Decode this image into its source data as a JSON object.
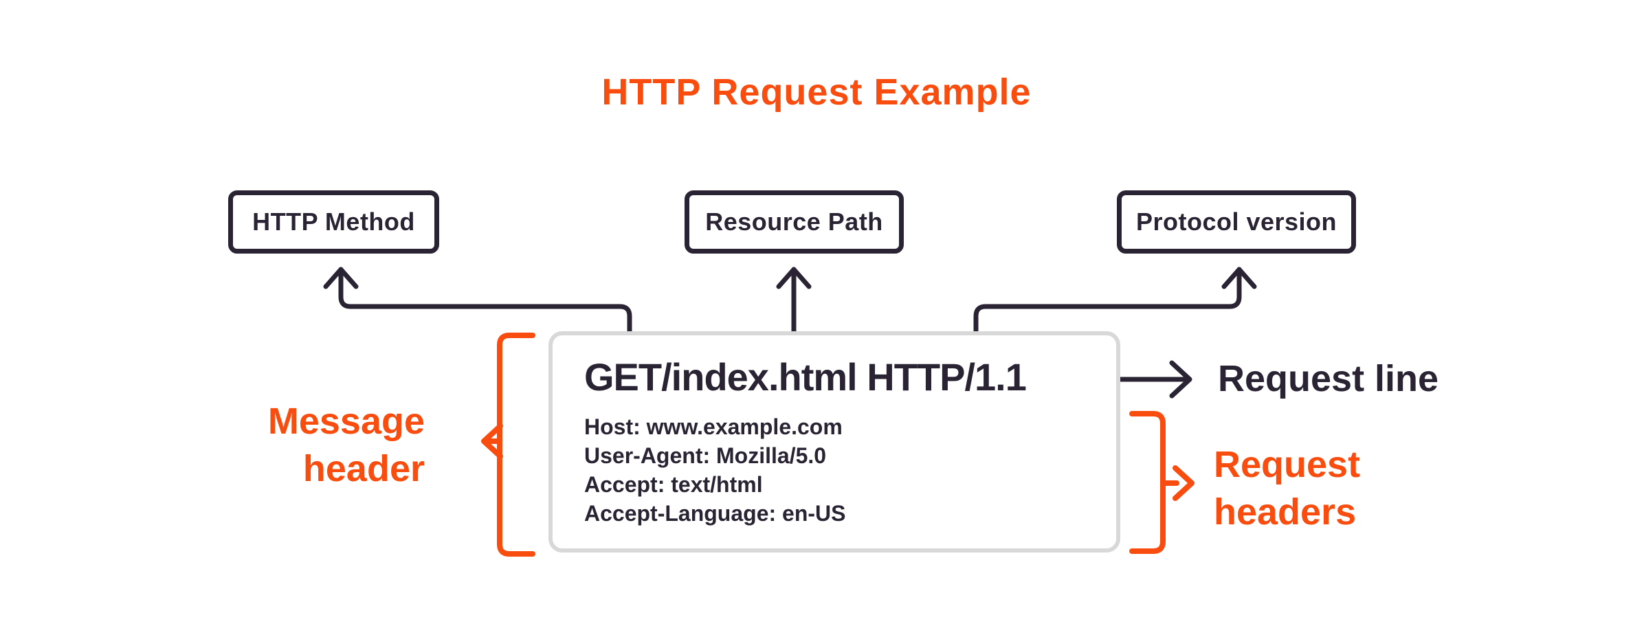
{
  "colors": {
    "orange": "#F94C0F",
    "dark": "#2A2333",
    "gray-border": "#D8D8D8",
    "background": "#FFFFFF"
  },
  "title": "HTTP Request Example",
  "top_labels": {
    "http_method": "HTTP Method",
    "resource_path": "Resource Path",
    "protocol_version": "Protocol version"
  },
  "code_box": {
    "request_line": "GET/index.html HTTP/1.1",
    "headers": [
      "Host: www.example.com",
      "User-Agent: Mozilla/5.0",
      "Accept: text/html",
      "Accept-Language: en-US"
    ]
  },
  "annotations": {
    "request_line_label": "Request line",
    "message_header_label": "Message\nheader",
    "request_headers_label": "Request\nheaders"
  }
}
